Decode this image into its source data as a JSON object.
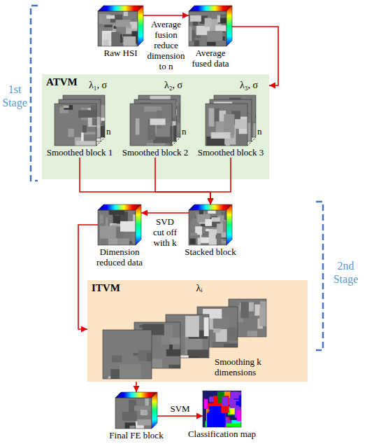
{
  "diagram": {
    "nodes": [
      {
        "text": [
          "Raw HSI"
        ]
      },
      {
        "text": [
          "Average fused data"
        ]
      },
      {
        "text": [
          "ATVM"
        ]
      },
      {
        "text": [
          "Smoothed block 1"
        ],
        "in": 2
      },
      {
        "text": [
          "Smoothed block 2"
        ],
        "in": 2
      },
      {
        "text": [
          "Smoothed block 3"
        ],
        "in": 2
      },
      {
        "text": [
          "Stacked block"
        ]
      },
      {
        "text": [
          "Dimension reduced data"
        ]
      },
      {
        "text": [
          "ITVM"
        ]
      },
      {
        "text": [
          "Smoothing k dimensions"
        ],
        "in": 8
      },
      {
        "text": [
          "Final FE block"
        ]
      },
      {
        "text": [
          "Classification map"
        ]
      }
    ],
    "edges": [
      {
        "from": 0,
        "to": 1,
        "label": "Average fusion reduce dimension to n",
        "arrow": "to"
      },
      {
        "from": 1,
        "to": 2,
        "arrow": "to"
      },
      {
        "from": 3,
        "to": 6,
        "arrow": "to"
      },
      {
        "from": 4,
        "to": 6,
        "arrow": "to"
      },
      {
        "from": 5,
        "to": 6,
        "arrow": "to"
      },
      {
        "from": 6,
        "to": 7,
        "label": "SVD cut off with k",
        "arrow": "to"
      },
      {
        "from": 7,
        "to": 8,
        "arrow": "to"
      },
      {
        "from": 8,
        "to": 10,
        "arrow": "to"
      },
      {
        "from": 10,
        "to": 11,
        "label": "SVM",
        "arrow": "to"
      }
    ],
    "labels": [
      "1st Stage",
      "2nd Stage",
      "λ₁, σ",
      "λ₂, σ",
      "λ₃, σ",
      "n",
      "n",
      "n",
      "λᵢ"
    ]
  }
}
